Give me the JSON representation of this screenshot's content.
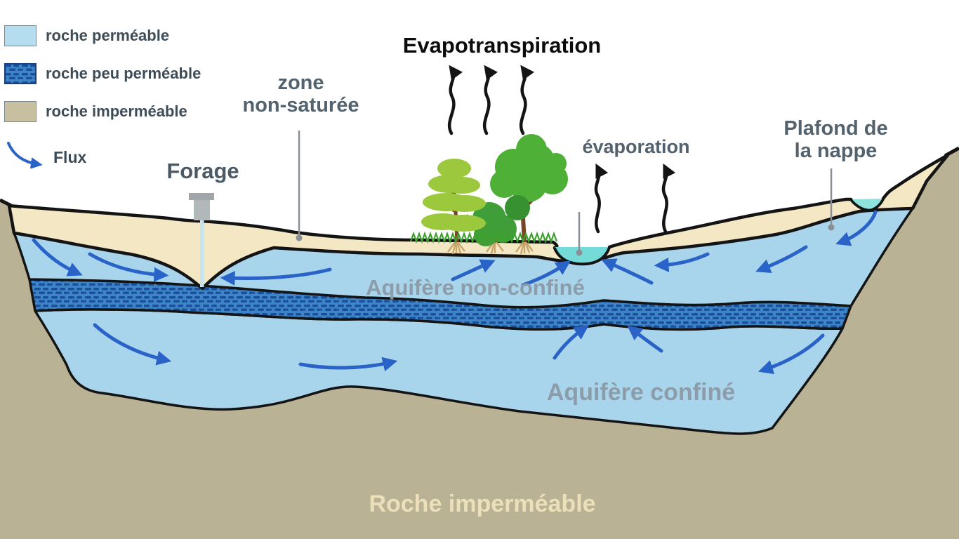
{
  "legend": {
    "items": [
      {
        "label": "roche perméable",
        "swatch": "permeable-rock"
      },
      {
        "label": "roche peu perméable",
        "swatch": "semi-permeable-rock"
      },
      {
        "label": "roche imperméable",
        "swatch": "impermeable-rock"
      }
    ],
    "flux_label": "Flux"
  },
  "labels": {
    "evapotranspiration": "Evapotranspiration",
    "zone_non_saturee_line1": "zone",
    "zone_non_saturee_line2": "non-saturée",
    "forage": "Forage",
    "evaporation": "évaporation",
    "plafond_line1": "Plafond de",
    "plafond_line2": "la nappe",
    "aquifere_non_confine": "Aquifère non-confiné",
    "aquifere_confine": "Aquifère confiné",
    "roche_impermeable": "Roche imperméable"
  },
  "colors": {
    "permeable_rock": "#aad7ee",
    "semi_permeable_rock": "#3c86c6",
    "semi_permeable_dash": "#1b4f9e",
    "impermeable_rock": "#b9b295",
    "soil": "#f4e7c4",
    "pond": "#74dbd8",
    "flow_arrow": "#2a63c8",
    "outline": "#141414",
    "label_gray": "#53626d",
    "aquifer_label": "#8c9ca8",
    "bottom_label": "#ebe0ba"
  }
}
